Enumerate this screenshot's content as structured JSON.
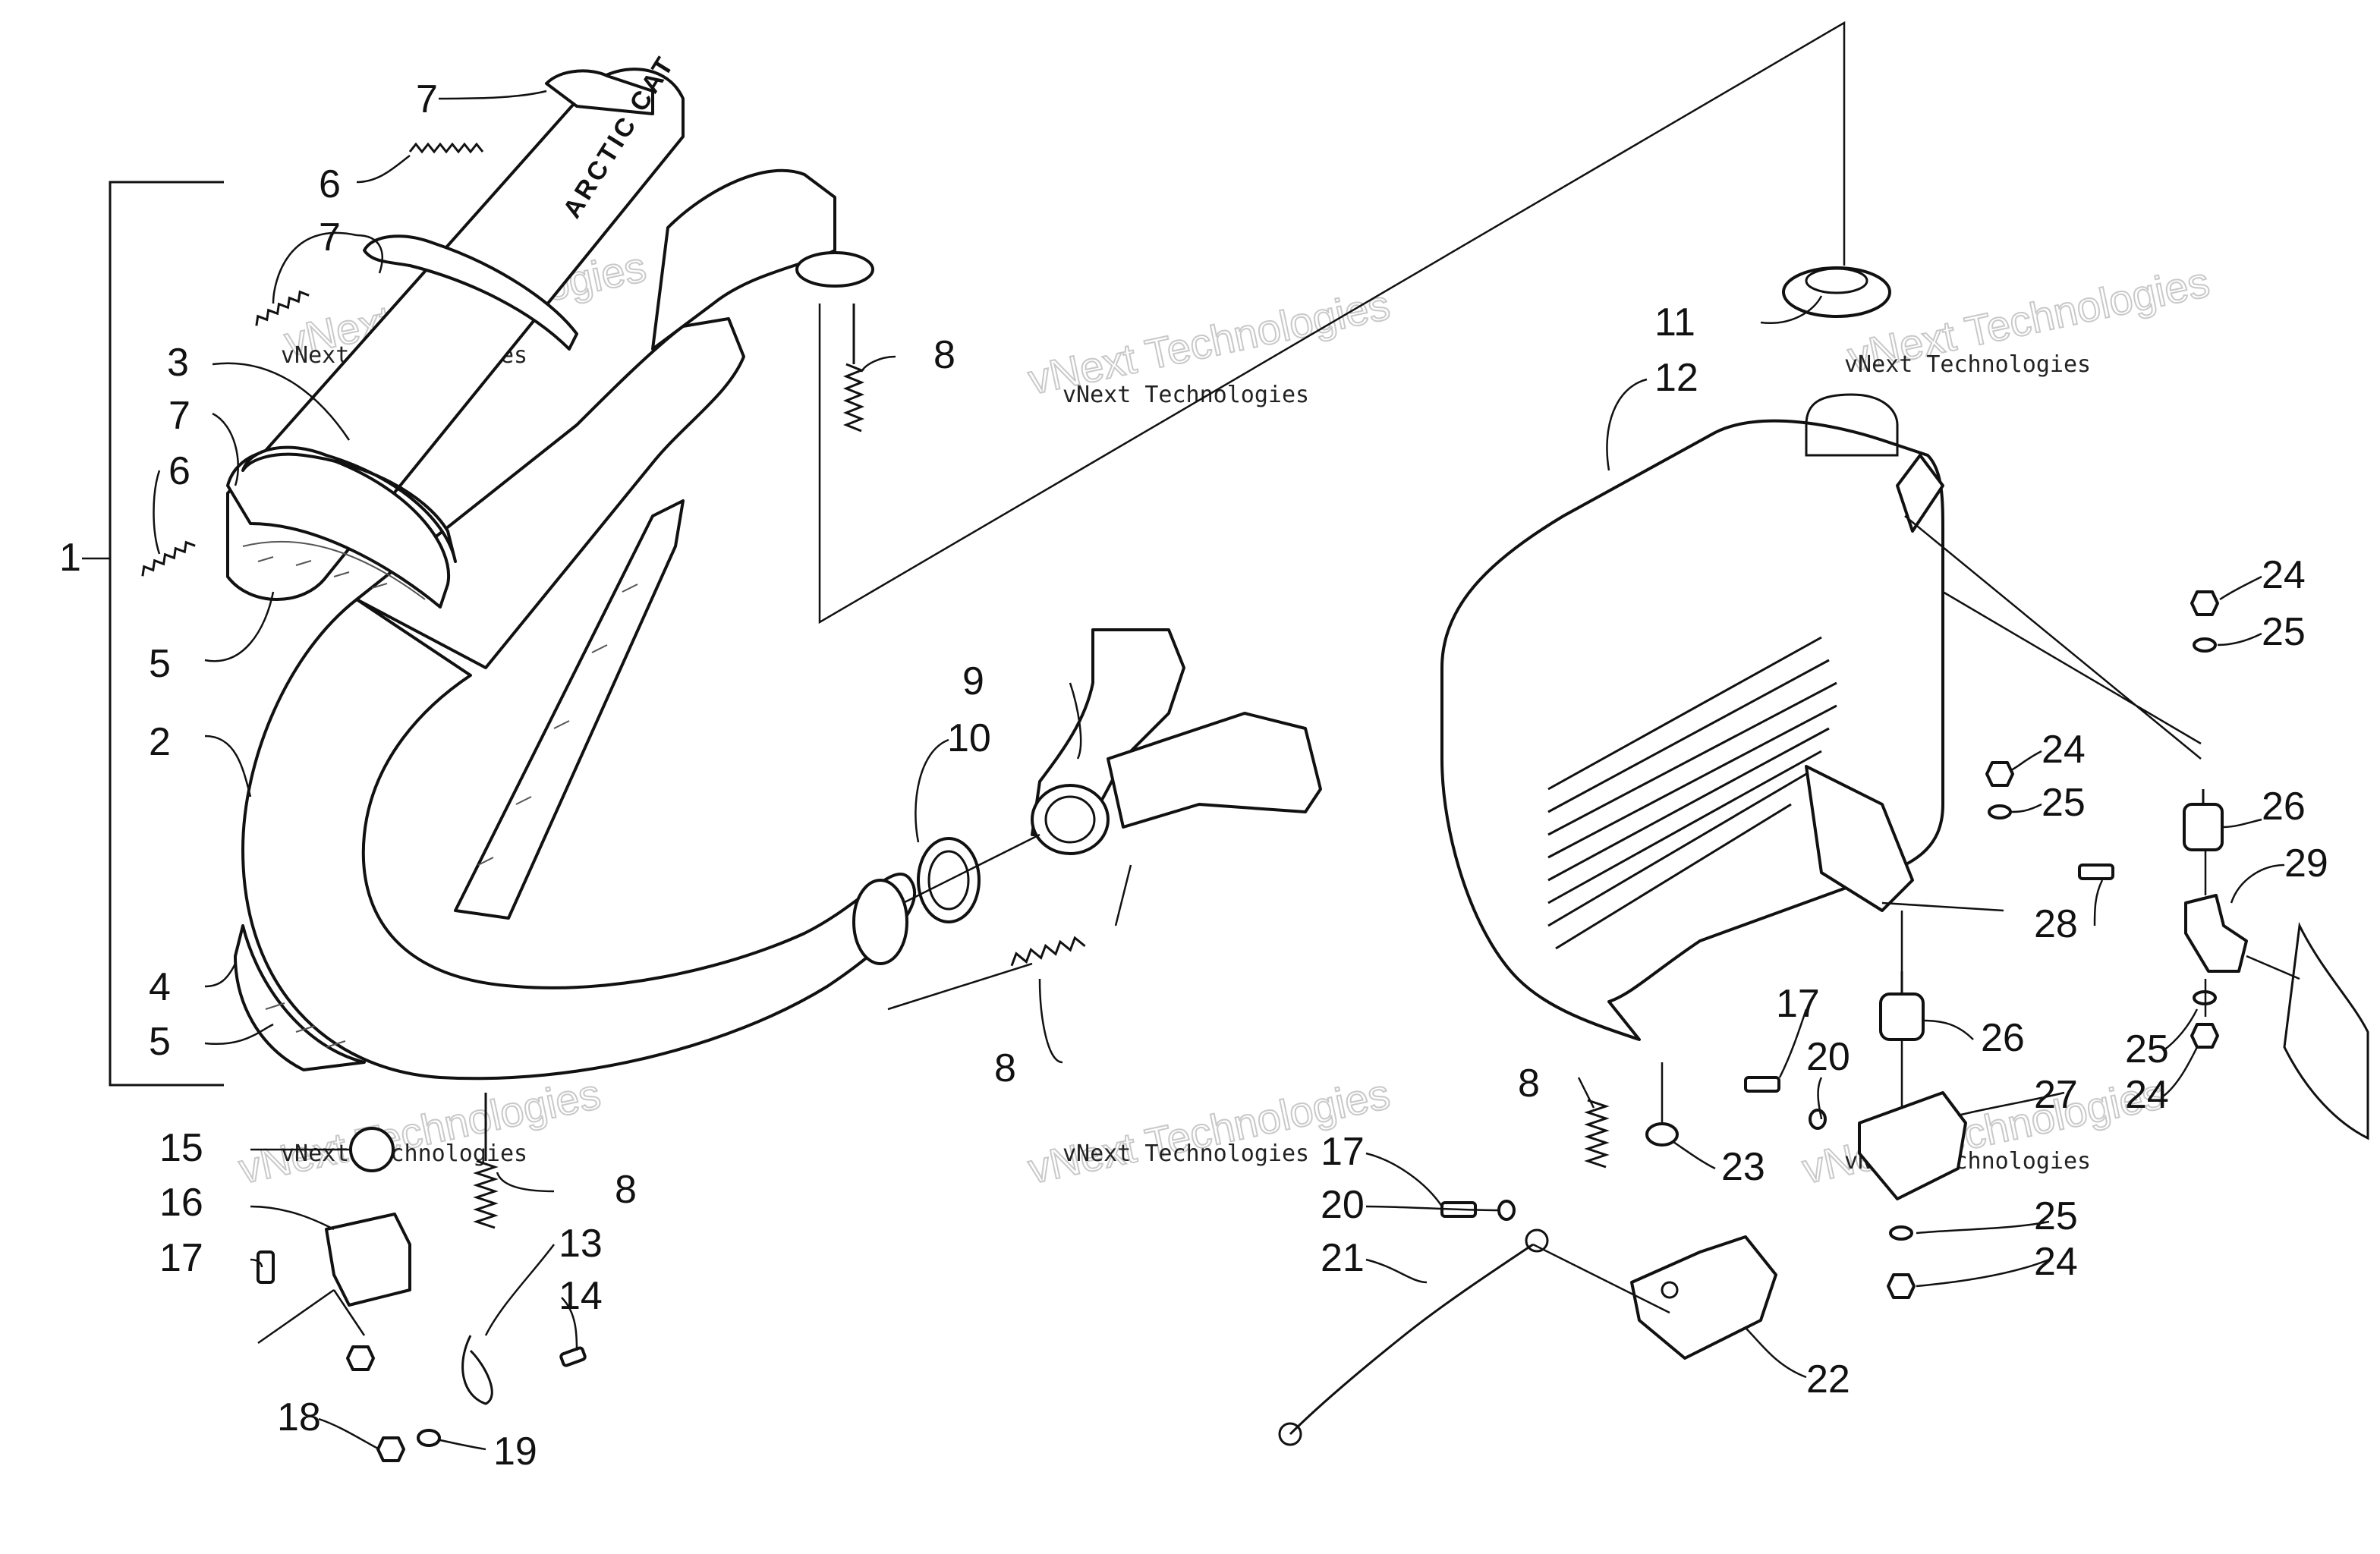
{
  "watermark": {
    "line1": "vNext Technologies",
    "outline": "vNext Technologies"
  },
  "muffler_logo": "ARCTIC CAT",
  "callouts": {
    "c1": "1",
    "c2": "2",
    "c3": "3",
    "c4": "4",
    "c5a": "5",
    "c5b": "5",
    "c6a": "6",
    "c6b": "6",
    "c7a": "7",
    "c7b": "7",
    "c7c": "7",
    "c8a": "8",
    "c8b": "8",
    "c8c": "8",
    "c8d": "8",
    "c9": "9",
    "c10": "10",
    "c11": "11",
    "c12": "12",
    "c13": "13",
    "c14": "14",
    "c15": "15",
    "c16": "16",
    "c17a": "17",
    "c17b": "17",
    "c17c": "17",
    "c18": "18",
    "c19": "19",
    "c20a": "20",
    "c20b": "20",
    "c21": "21",
    "c22": "22",
    "c23": "23",
    "c24a": "24",
    "c24b": "24",
    "c24c": "24",
    "c24d": "24",
    "c25a": "25",
    "c25b": "25",
    "c25c": "25",
    "c25d": "25",
    "c26a": "26",
    "c26b": "26",
    "c27": "27",
    "c28": "28",
    "c29": "29"
  }
}
